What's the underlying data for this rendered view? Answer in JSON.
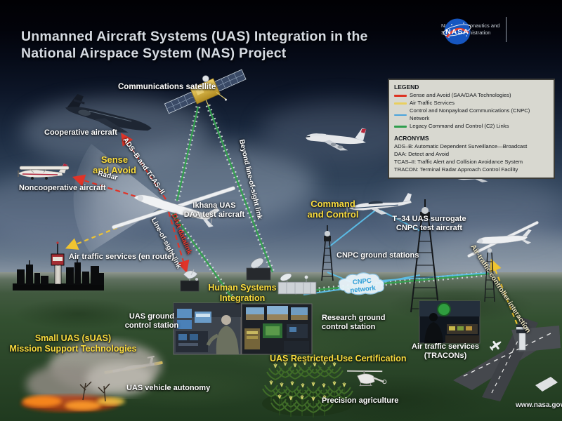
{
  "header": {
    "title_line1": "Unmanned Aircraft Systems (UAS) Integration in the",
    "title_line2": "National Airspace System (NAS) Project",
    "nasa_text": "National Aeronautics and\nSpace Administration",
    "nasa_logo": "NASA"
  },
  "legend": {
    "title": "LEGEND",
    "items": [
      {
        "label": "Sense and Avoid (SAA/DAA Technologies)",
        "color": "#dd3322"
      },
      {
        "label": "Air Traffic Services",
        "color": "#e9cf5f"
      },
      {
        "label": "Control and Nonpayload Communications (CNPC) Network",
        "color": "#4aa3dc"
      },
      {
        "label": "Legacy Command and Control (C2) Links",
        "color": "#2f9e4e"
      }
    ],
    "acronyms_title": "ACRONYMS",
    "acronyms": [
      "ADS–B: Automatic Dependent Surveillance—Broadcast",
      "DAA: Detect and Avoid",
      "TCAS–II: Traffic Alert and Collision Avoidance System",
      "TRACON: Terminal Radar Approach Control Facility"
    ]
  },
  "labels": {
    "communications_satellite": "Communications satellite",
    "cooperative_aircraft": "Cooperative aircraft",
    "noncooperative_aircraft": "Noncooperative aircraft",
    "sense_and_avoid": "Sense\nand Avoid",
    "radar": "Radar",
    "ads_b_tcas": "ADS–B and TCAS–II",
    "ikhana": "Ikhana UAS\nDAA test aircraft",
    "beyond_los": "Beyond line-of-sight link",
    "los_link": "Line-of-sight link",
    "daa_datalink": "DAA datalink",
    "atc_enroute": "Air traffic services (en route)",
    "command_control": "Command\nand Control",
    "t34": "T–34 UAS surrogate\nCNPC test aircraft",
    "cnpc_ground": "CNPC ground stations",
    "cnpc_network": "CNPC\nnetwork",
    "hsi": "Human Systems\nIntegration",
    "uas_gcs": "UAS ground\ncontrol station",
    "research_gcs": "Research ground\ncontrol station",
    "small_uas": "Small UAS (sUAS)\nMission Support Technologies",
    "uas_autonomy": "UAS vehicle autonomy",
    "uas_cert": "UAS Restricted-Use Certification",
    "precision_ag": "Precision agriculture",
    "atc_tracons": "Air traffic services\n(TRACONs)",
    "atc_interaction": "Air-traffic controller interaction"
  },
  "footer": {
    "url": "www.nasa.gov"
  },
  "colors": {
    "sense_avoid_red": "#dd3322",
    "air_traffic_yellow": "#f0c430",
    "cnpc_blue": "#5bbfea",
    "c2_green": "#33a04e",
    "label_yellow": "#fadc3e",
    "title_silver": "#d6dbe2"
  }
}
